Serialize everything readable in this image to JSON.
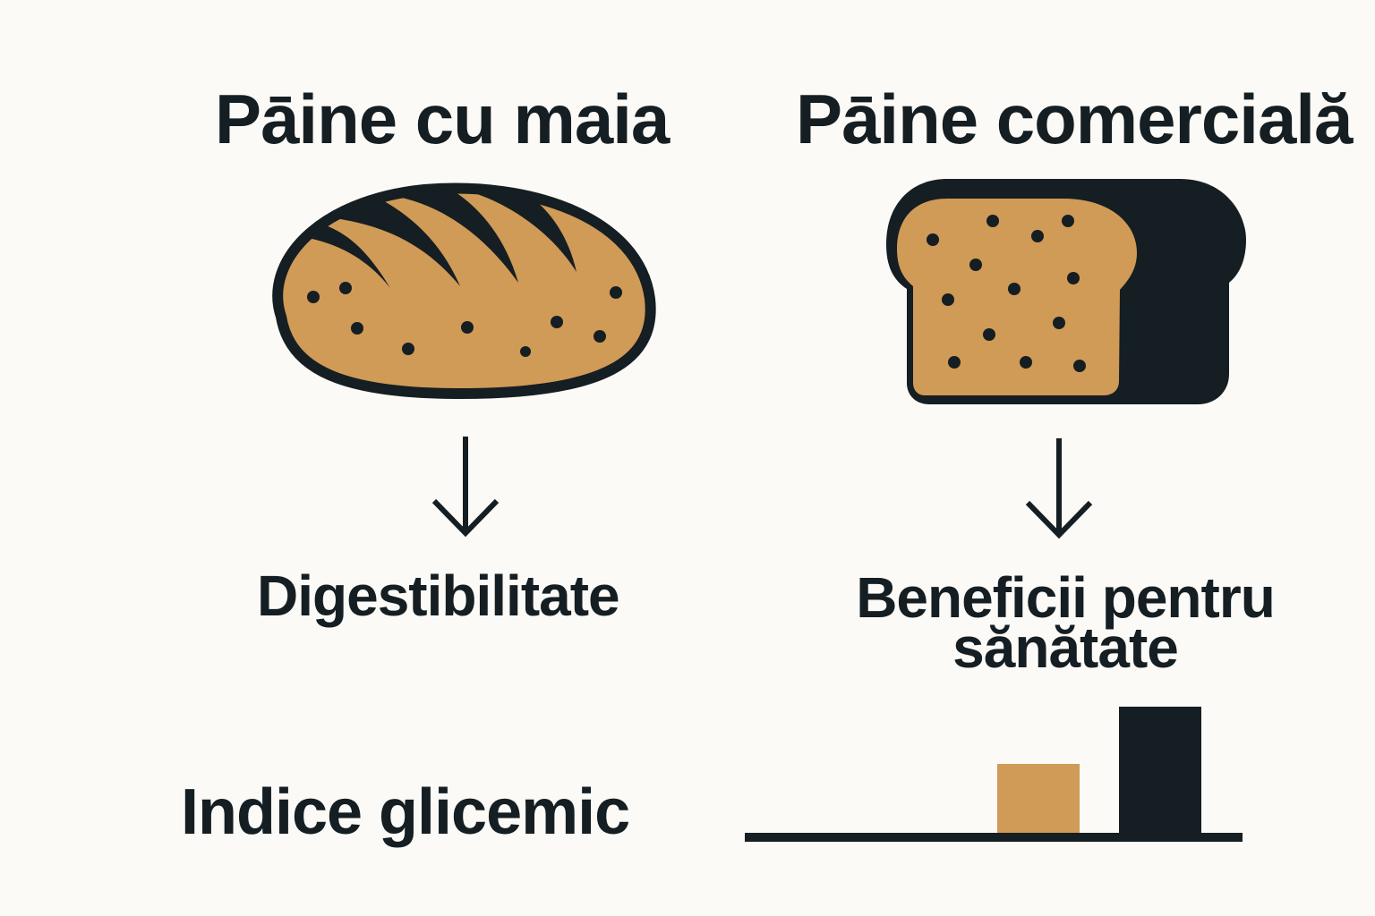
{
  "left": {
    "title": "Pāine cu maia",
    "icon": "sourdough-loaf-icon",
    "arrow_icon": "arrow-down-icon",
    "outcome": "Digestibilitate"
  },
  "right": {
    "title": "Pāine comercială",
    "icon": "bread-slice-loaf-icon",
    "arrow_icon": "arrow-down-icon",
    "outcome_line1": "Beneficii pentru",
    "outcome_line2": "sănătate"
  },
  "glycemic": {
    "label": "Indice glicemic"
  },
  "colors": {
    "background": "#fbfaf6",
    "ink": "#151e22",
    "crust": "#d09a57"
  },
  "chart_data": {
    "type": "bar",
    "title": "Indice glicemic",
    "categories": [
      "Pāine cu maia",
      "Pāine comercială"
    ],
    "values": [
      3,
      5
    ],
    "colors": [
      "#d09a57",
      "#151e22"
    ],
    "xlabel": "",
    "ylabel": "",
    "grid": false,
    "note": "Relative bar heights only; no axis ticks shown"
  }
}
